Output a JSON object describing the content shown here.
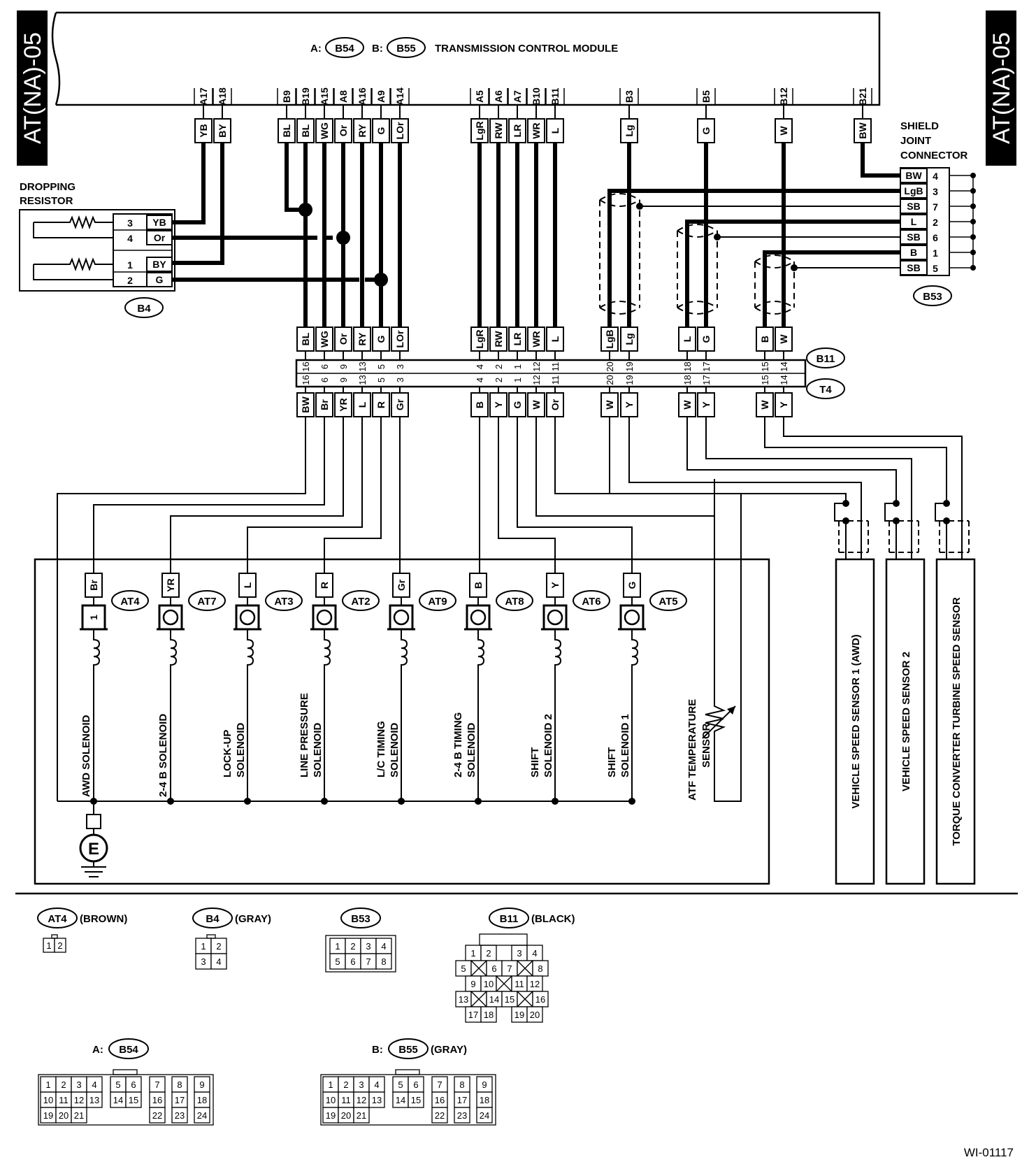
{
  "side_tag": "AT(NA)-05",
  "tcm": {
    "prefix_a": "A:",
    "conn_a": "B54",
    "prefix_b": "B:",
    "conn_b": "B55",
    "title": "TRANSMISSION CONTROL MODULE"
  },
  "tcm_pins": [
    {
      "pin": "A17",
      "wire": "YB"
    },
    {
      "pin": "A18",
      "wire": "BY"
    },
    {
      "pin": "B9",
      "wire": "BL"
    },
    {
      "pin": "B19",
      "wire": "BL"
    },
    {
      "pin": "A15",
      "wire": "WG"
    },
    {
      "pin": "A8",
      "wire": "Or"
    },
    {
      "pin": "A16",
      "wire": "RY"
    },
    {
      "pin": "A9",
      "wire": "G"
    },
    {
      "pin": "A14",
      "wire": "LOr"
    },
    {
      "pin": "A5",
      "wire": "LgR"
    },
    {
      "pin": "A6",
      "wire": "RW"
    },
    {
      "pin": "A7",
      "wire": "LR"
    },
    {
      "pin": "B10",
      "wire": "WR"
    },
    {
      "pin": "B11",
      "wire": "L"
    },
    {
      "pin": "B3",
      "wire": "Lg"
    },
    {
      "pin": "B5",
      "wire": "G"
    },
    {
      "pin": "B12",
      "wire": "W"
    },
    {
      "pin": "B21",
      "wire": "BW"
    }
  ],
  "dropping_resistor": {
    "title_1": "DROPPING",
    "title_2": "RESISTOR",
    "connector": "B4",
    "pins": [
      {
        "n": "3",
        "wire": "YB"
      },
      {
        "n": "4",
        "wire": "Or"
      },
      {
        "n": "1",
        "wire": "BY"
      },
      {
        "n": "2",
        "wire": "G"
      }
    ]
  },
  "shield_joint": {
    "title_1": "SHIELD",
    "title_2": "JOINT",
    "title_3": "CONNECTOR",
    "connector": "B53",
    "pins": [
      {
        "wire": "BW",
        "n": "4"
      },
      {
        "wire": "LgB",
        "n": "3"
      },
      {
        "wire": "SB",
        "n": "7"
      },
      {
        "wire": "L",
        "n": "2"
      },
      {
        "wire": "SB",
        "n": "6"
      },
      {
        "wire": "B",
        "n": "1"
      },
      {
        "wire": "SB",
        "n": "5"
      }
    ]
  },
  "b11": {
    "conn_top": "B11",
    "conn_bottom": "T4",
    "top_wires": [
      "BL",
      "WG",
      "Or",
      "RY",
      "G",
      "LOr",
      "LgR",
      "RW",
      "LR",
      "WR",
      "L",
      "LgB",
      "Lg",
      "L",
      "G",
      "B",
      "W"
    ],
    "pins": [
      "16",
      "6",
      "9",
      "13",
      "5",
      "3",
      "4",
      "2",
      "1",
      "12",
      "11",
      "20",
      "19",
      "18",
      "17",
      "15",
      "14"
    ],
    "bottom_wires": [
      "BW",
      "Br",
      "YR",
      "L",
      "R",
      "Gr",
      "B",
      "Y",
      "G",
      "W",
      "Or",
      "W",
      "Y",
      "W",
      "Y",
      "W",
      "Y"
    ]
  },
  "solenoids": [
    {
      "wire": "Br",
      "pin": "1",
      "conn": "AT4",
      "name_1": "AWD SOLENOID",
      "name_2": ""
    },
    {
      "wire": "YR",
      "pin": "",
      "conn": "AT7",
      "name_1": "2-4 B SOLENOID",
      "name_2": ""
    },
    {
      "wire": "L",
      "pin": "",
      "conn": "AT3",
      "name_1": "LOCK-UP",
      "name_2": "SOLENOID"
    },
    {
      "wire": "R",
      "pin": "",
      "conn": "AT2",
      "name_1": "LINE PRESSURE",
      "name_2": "SOLENOID"
    },
    {
      "wire": "Gr",
      "pin": "",
      "conn": "AT9",
      "name_1": "L/C TIMING",
      "name_2": "SOLENOID"
    },
    {
      "wire": "B",
      "pin": "",
      "conn": "AT8",
      "name_1": "2-4 B TIMING",
      "name_2": "SOLENOID"
    },
    {
      "wire": "Y",
      "pin": "",
      "conn": "AT6",
      "name_1": "SHIFT",
      "name_2": "SOLENOID 2"
    },
    {
      "wire": "G",
      "pin": "",
      "conn": "AT5",
      "name_1": "SHIFT",
      "name_2": "SOLENOID 1"
    }
  ],
  "atf_sensor": {
    "name_1": "ATF TEMPERATURE",
    "name_2": "SENSOR"
  },
  "ground_label": "E",
  "speed_sensors": [
    "VEHICLE SPEED SENSOR 1 (AWD)",
    "VEHICLE SPEED SENSOR 2",
    "TORQUE CONVERTER TURBINE SPEED SENSOR"
  ],
  "legend": {
    "at4": {
      "conn": "AT4",
      "color": "(BROWN)",
      "pins": [
        "1",
        "2"
      ]
    },
    "b4": {
      "conn": "B4",
      "color": "(GRAY)",
      "pins": [
        "1",
        "2",
        "3",
        "4"
      ]
    },
    "b53": {
      "conn": "B53",
      "color": "",
      "pins": [
        "1",
        "2",
        "3",
        "4",
        "5",
        "6",
        "7",
        "8"
      ]
    },
    "b11": {
      "conn": "B11",
      "color": "(BLACK)",
      "pins": [
        "1",
        "2",
        "3",
        "4",
        "5",
        "6",
        "7",
        "8",
        "9",
        "10",
        "11",
        "12",
        "13",
        "14",
        "15",
        "16",
        "17",
        "18",
        "19",
        "20"
      ]
    },
    "b54": {
      "prefix": "A:",
      "conn": "B54",
      "color": "",
      "pins": [
        "1",
        "2",
        "3",
        "4",
        "5",
        "6",
        "7",
        "8",
        "9",
        "10",
        "11",
        "12",
        "13",
        "14",
        "15",
        "16",
        "17",
        "18",
        "19",
        "20",
        "21",
        "22",
        "23",
        "24"
      ]
    },
    "b55": {
      "prefix": "B:",
      "conn": "B55",
      "color": "(GRAY)",
      "pins": [
        "1",
        "2",
        "3",
        "4",
        "5",
        "6",
        "7",
        "8",
        "9",
        "10",
        "11",
        "12",
        "13",
        "14",
        "15",
        "16",
        "17",
        "18",
        "19",
        "20",
        "21",
        "22",
        "23",
        "24"
      ]
    }
  },
  "figure_id": "WI-01117"
}
